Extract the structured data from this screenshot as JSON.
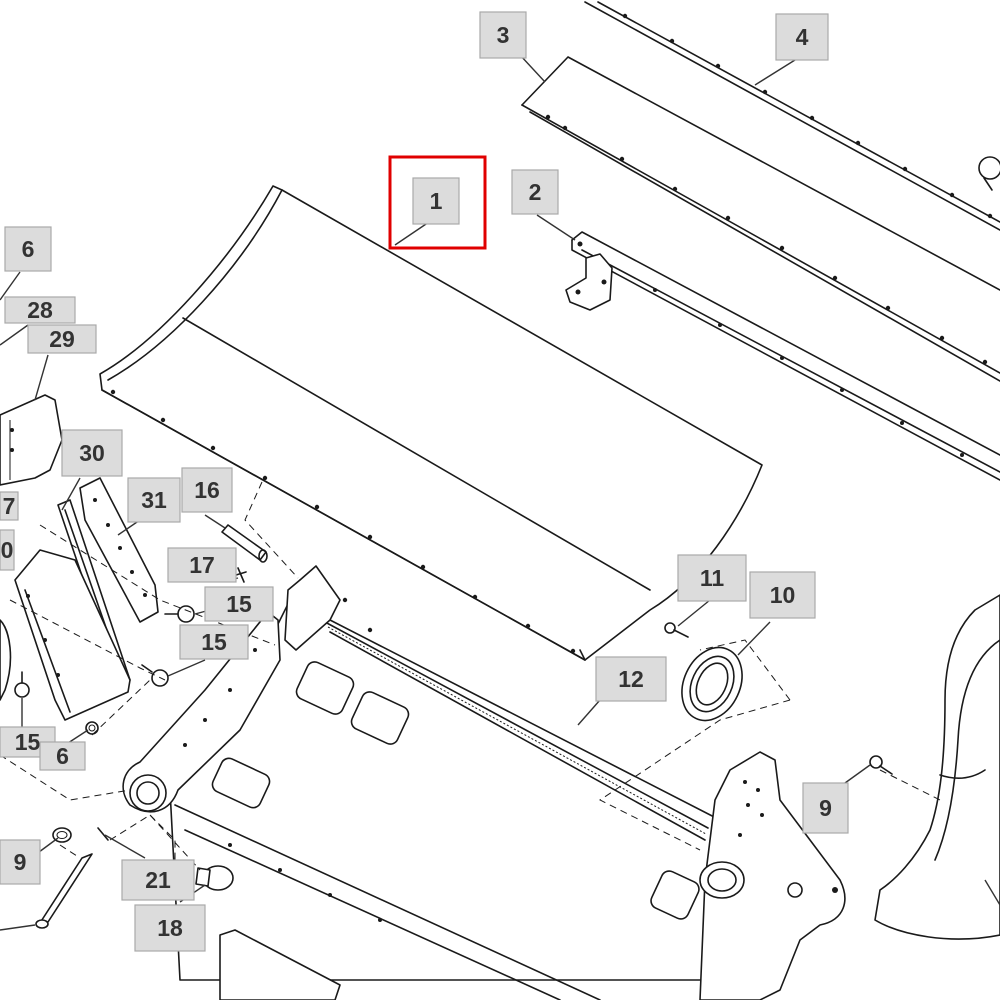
{
  "highlight_color": "#e00000",
  "callout_color": "#dcdcdc",
  "highlighted_callout": "1",
  "callouts": [
    {
      "label": "1"
    },
    {
      "label": "2"
    },
    {
      "label": "3"
    },
    {
      "label": "4"
    },
    {
      "label": "6"
    },
    {
      "label": "28"
    },
    {
      "label": "29"
    },
    {
      "label": "30"
    },
    {
      "label": "31"
    },
    {
      "label": "16"
    },
    {
      "label": "17"
    },
    {
      "label": "15"
    },
    {
      "label": "15"
    },
    {
      "label": "11"
    },
    {
      "label": "10"
    },
    {
      "label": "12"
    },
    {
      "label": "9"
    },
    {
      "label": "15"
    },
    {
      "label": "6"
    },
    {
      "label": "9"
    },
    {
      "label": "21"
    },
    {
      "label": "18"
    },
    {
      "label": "7"
    },
    {
      "label": "0"
    }
  ]
}
